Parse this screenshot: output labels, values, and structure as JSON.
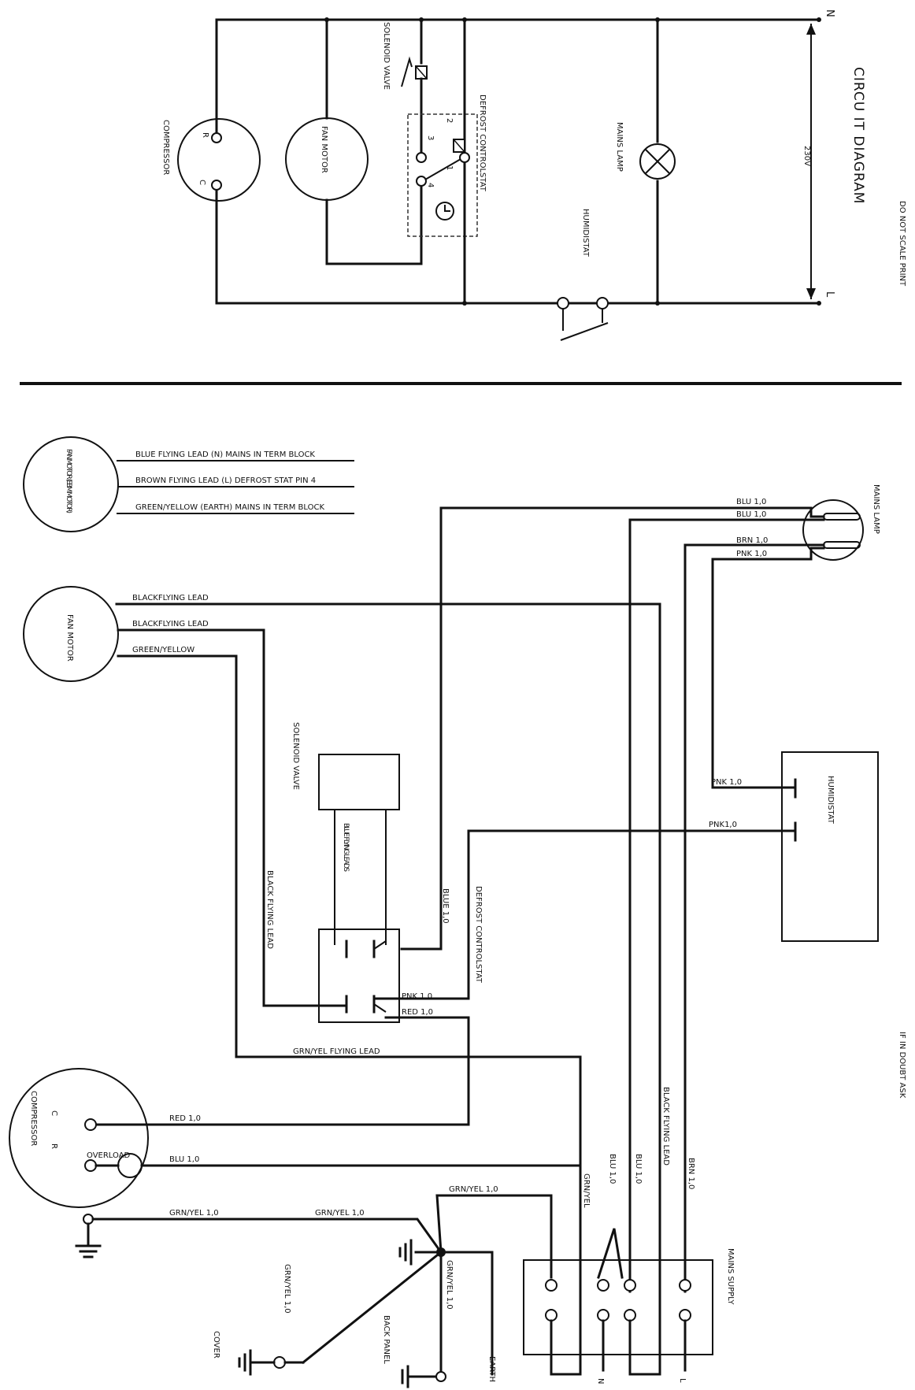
{
  "header": {
    "title": "CIRCU IT DIAGRAM",
    "note_scale": "DO NOT SCALE PRINT",
    "note_doubt": "IF IN DOUBT ASK"
  },
  "schematic": {
    "compressor": "COMPRESSOR",
    "compressor_r": "R",
    "compressor_c": "C",
    "fan_motor": "FAN MOTOR",
    "solenoid_valve": "SOLENOID VALVE",
    "defrost_control": "DEFROST CONTROLSTAT",
    "term_2": "2",
    "term_3": "3",
    "term_1": "1",
    "term_4": "4",
    "mains_lamp": "MAINS LAMP",
    "humidistat": "HUMIDISTAT",
    "voltage": "230V",
    "neutral": "N",
    "live": "L"
  },
  "wiring": {
    "fan_motor_ebm": "FAN MOTOR (EBM MOTOR)",
    "ebm_lead_blue": "BLUE FLYING LEAD (N) MAINS IN TERM BLOCK",
    "ebm_lead_brown": "BROWN FLYING LEAD (L) DEFROST STAT PIN 4",
    "ebm_lead_earth": "GREEN/YELLOW (EARTH) MAINS IN TERM BLOCK",
    "fan_motor": "FAN MOTOR",
    "fan_lead_black_1": "BLACKFLYING LEAD",
    "fan_lead_black_2": "BLACKFLYING LEAD",
    "fan_lead_earth": "GREEN/YELLOW",
    "mains_lamp": "MAINS LAMP",
    "lamp_blu_1": "BLU 1,0",
    "lamp_blu_2": "BLU 1,0",
    "lamp_brn": "BRN 1,0",
    "lamp_pnk": "PNK 1,0",
    "solenoid_valve": "SOLENOID VALVE",
    "blue_flying_leads": "BLUE FLYING LEADS",
    "defrost_controlstat": "DEFROST CONTROLSTAT",
    "black_flying_lead_v": "BLACK FLYING LEAD",
    "blue_1_0": "BLUE 1,0",
    "pnk_1_0": "PNK 1,0",
    "red_1_0": "RED 1,0",
    "humidistat": "HUMIDISTAT",
    "hum_pnk_1": "PNK 1,0",
    "hum_pnk_2": "PNK1,0",
    "grn_yel_flying_lead": "GRN/YEL FLYING LEAD",
    "compressor": "COMPRESSOR",
    "comp_c": "C",
    "comp_r": "R",
    "overload": "OVERLOAD",
    "comp_red": "RED 1,0",
    "comp_blu": "BLU 1,0",
    "comp_grnyel_1": "GRN/YEL 1,0",
    "comp_grnyel_2": "GRN/YEL 1,0",
    "grn_yel_top": "GRN/YEL 1,0",
    "grn_yel_v": "GRN/YEL",
    "blu_v_1": "BLU 1,0",
    "blu_v_2": "BLU 1,0",
    "black_flying_lead_v2": "BLACK FLYING LEAD",
    "brn_v": "BRN 1,0",
    "mains_supply": "MAINS SUPPLY",
    "grn_yel_left": "GRN/YEL 1,0",
    "grn_yel_mid": "GRN/YEL 1,0",
    "cover": "COVER",
    "back_panel": "BACK PANEL",
    "earth": "EARTH",
    "supply_n": "N",
    "supply_l": "L"
  }
}
